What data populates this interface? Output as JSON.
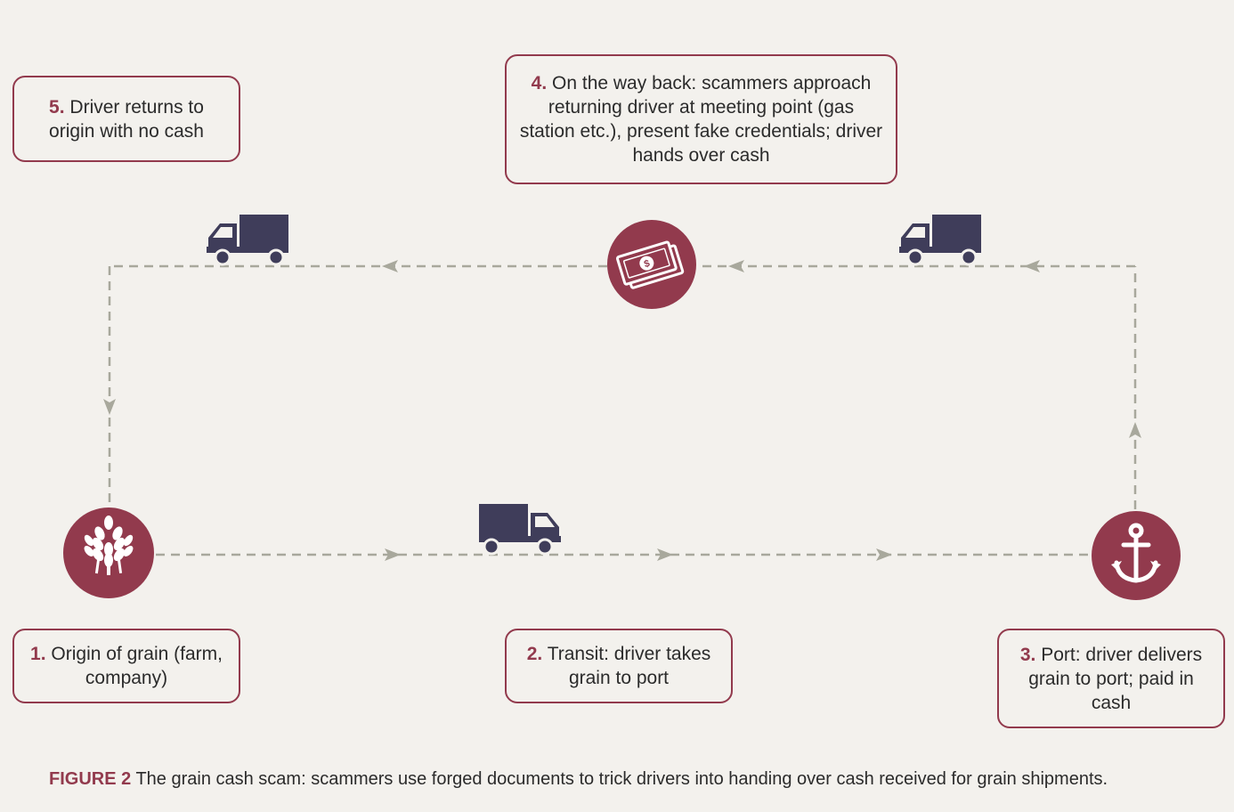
{
  "steps": [
    {
      "num": "1.",
      "text": "Origin of grain (farm, company)"
    },
    {
      "num": "2.",
      "text": "Transit: driver takes grain to port"
    },
    {
      "num": "3.",
      "text": "Port: driver delivers grain to port; paid in cash"
    },
    {
      "num": "4.",
      "text": "On the way back: scammers approach returning driver at meeting point (gas station etc.), present fake credentials; driver hands over cash"
    },
    {
      "num": "5.",
      "text": "Driver returns to origin with no cash"
    }
  ],
  "nodes": {
    "origin": {
      "icon": "wheat-icon"
    },
    "port": {
      "icon": "anchor-icon"
    },
    "scam": {
      "icon": "cash-icon",
      "symbol": "$"
    }
  },
  "trucks": [
    "truck-icon",
    "truck-icon",
    "truck-icon"
  ],
  "caption": {
    "label": "FIGURE 2",
    "text": "The grain cash scam: scammers use forged documents to trick drivers into handing over cash received for grain shipments."
  },
  "colors": {
    "accent": "#923a4d",
    "truck": "#3f3d5a",
    "path": "#a8a89c",
    "background": "#f3f1ed"
  }
}
